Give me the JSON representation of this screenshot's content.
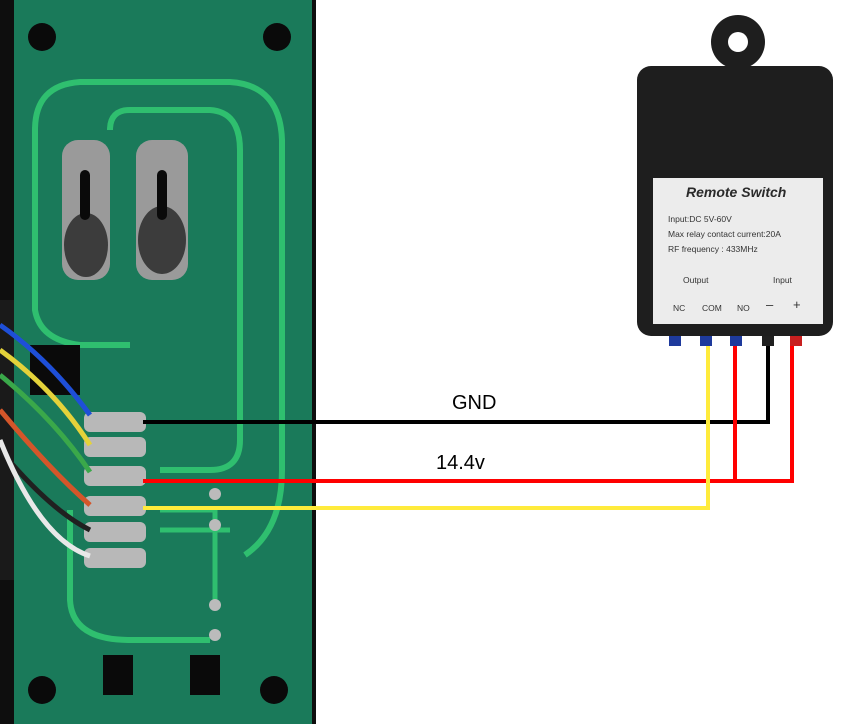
{
  "wires": {
    "gnd_label": "GND",
    "voltage_label": "14.4v",
    "colors": {
      "gnd": "#000000",
      "positive": "#ff0000",
      "com": "#ffeb3b"
    }
  },
  "module": {
    "title": "Remote Switch",
    "spec_line_1": "Input:DC 5V-60V",
    "spec_line_2": "Max relay contact current:20A",
    "spec_line_3": "RF frequency : 433MHz",
    "output_label": "Output",
    "input_label": "Input",
    "terminal_nc": "NC",
    "terminal_com": "COM",
    "terminal_no": "NO",
    "terminal_minus": "–",
    "terminal_plus": "+",
    "body_color": "#1e1e1e",
    "label_color": "#ececec"
  },
  "board": {
    "pcb_color": "#1a7a5a",
    "trace_color": "#2fbf6f",
    "solder_color": "#b8b8b8"
  }
}
